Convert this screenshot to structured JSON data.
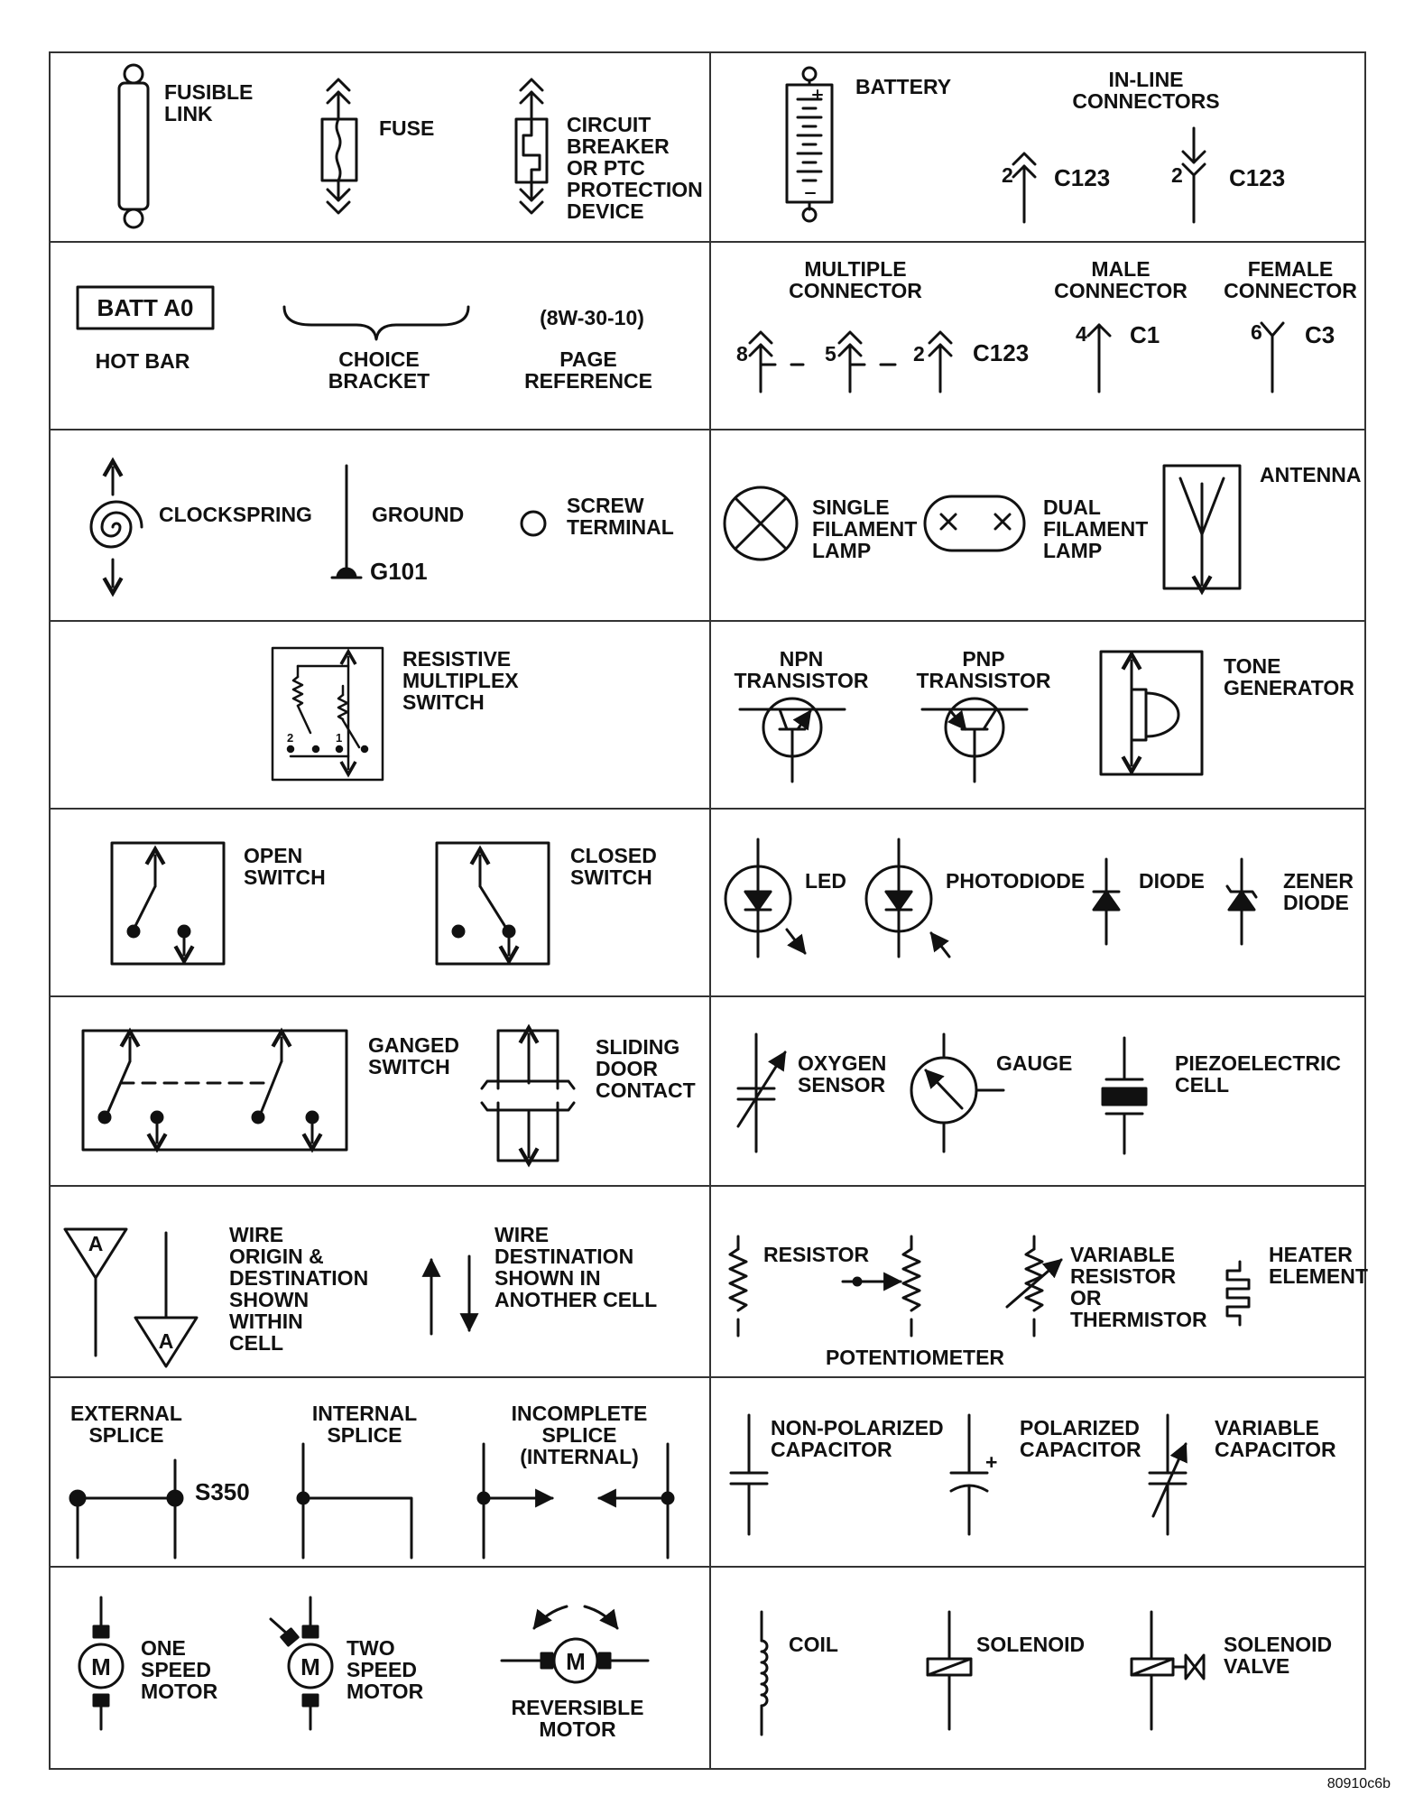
{
  "cells": {
    "fusible_link": "FUSIBLE\nLINK",
    "fuse": "FUSE",
    "circuit_breaker": "CIRCUIT\nBREAKER\nOR PTC\nPROTECTION\nDEVICE",
    "battery": "BATTERY",
    "inline_connectors": "IN-LINE\nCONNECTORS",
    "inline_pin_a": "2",
    "inline_id_a": "C123",
    "inline_pin_b": "2",
    "inline_id_b": "C123",
    "hot_bar_box": "BATT A0",
    "hot_bar": "HOT BAR",
    "choice_bracket": "CHOICE\nBRACKET",
    "page_ref_code": "(8W-30-10)",
    "page_reference": "PAGE\nREFERENCE",
    "multiple_connector": "MULTIPLE\nCONNECTOR",
    "multi_pin_1": "8",
    "multi_pin_2": "5",
    "multi_pin_3": "2",
    "multi_id": "C123",
    "male_connector": "MALE\nCONNECTOR",
    "male_pin": "4",
    "male_id": "C1",
    "female_connector": "FEMALE\nCONNECTOR",
    "female_pin": "6",
    "female_id": "C3",
    "clockspring": "CLOCKSPRING",
    "ground": "GROUND",
    "ground_id": "G101",
    "screw_terminal": "SCREW\nTERMINAL",
    "single_lamp": "SINGLE\nFILAMENT\nLAMP",
    "dual_lamp": "DUAL\nFILAMENT\nLAMP",
    "antenna": "ANTENNA",
    "resistive_switch": "RESISTIVE\nMULTIPLEX\nSWITCH",
    "switch_pos_2": "2",
    "switch_pos_1": "1",
    "npn": "NPN\nTRANSISTOR",
    "pnp": "PNP\nTRANSISTOR",
    "tone_generator": "TONE\nGENERATOR",
    "open_switch": "OPEN\nSWITCH",
    "closed_switch": "CLOSED\nSWITCH",
    "led": "LED",
    "photodiode": "PHOTODIODE",
    "diode": "DIODE",
    "zener": "ZENER\nDIODE",
    "ganged_switch": "GANGED\nSWITCH",
    "sliding_door": "SLIDING\nDOOR\nCONTACT",
    "oxygen_sensor": "OXYGEN\nSENSOR",
    "gauge": "GAUGE",
    "piezo": "PIEZOELECTRIC\nCELL",
    "wire_letter_a": "A",
    "wire_letter_b": "A",
    "wire_within": "WIRE\nORIGIN &\nDESTINATION\nSHOWN\nWITHIN\nCELL",
    "wire_another": "WIRE\nDESTINATION\nSHOWN IN\nANOTHER CELL",
    "resistor": "RESISTOR",
    "potentiometer": "POTENTIOMETER",
    "variable_resistor": "VARIABLE\nRESISTOR\nOR\nTHERMISTOR",
    "heater": "HEATER\nELEMENT",
    "external_splice": "EXTERNAL\nSPLICE",
    "splice_id": "S350",
    "internal_splice": "INTERNAL\nSPLICE",
    "incomplete_splice": "INCOMPLETE\nSPLICE\n(INTERNAL)",
    "nonpol_cap": "NON-POLARIZED\nCAPACITOR",
    "pol_cap": "POLARIZED\nCAPACITOR",
    "pol_plus": "+",
    "var_cap": "VARIABLE\nCAPACITOR",
    "motor_letter_1": "M",
    "motor_letter_2": "M",
    "motor_letter_3": "M",
    "one_speed_motor": "ONE\nSPEED\nMOTOR",
    "two_speed_motor": "TWO\nSPEED\nMOTOR",
    "reversible_motor": "REVERSIBLE\nMOTOR",
    "coil": "COIL",
    "solenoid": "SOLENOID",
    "solenoid_valve": "SOLENOID\nVALVE"
  },
  "figure_ref": "80910c6b"
}
